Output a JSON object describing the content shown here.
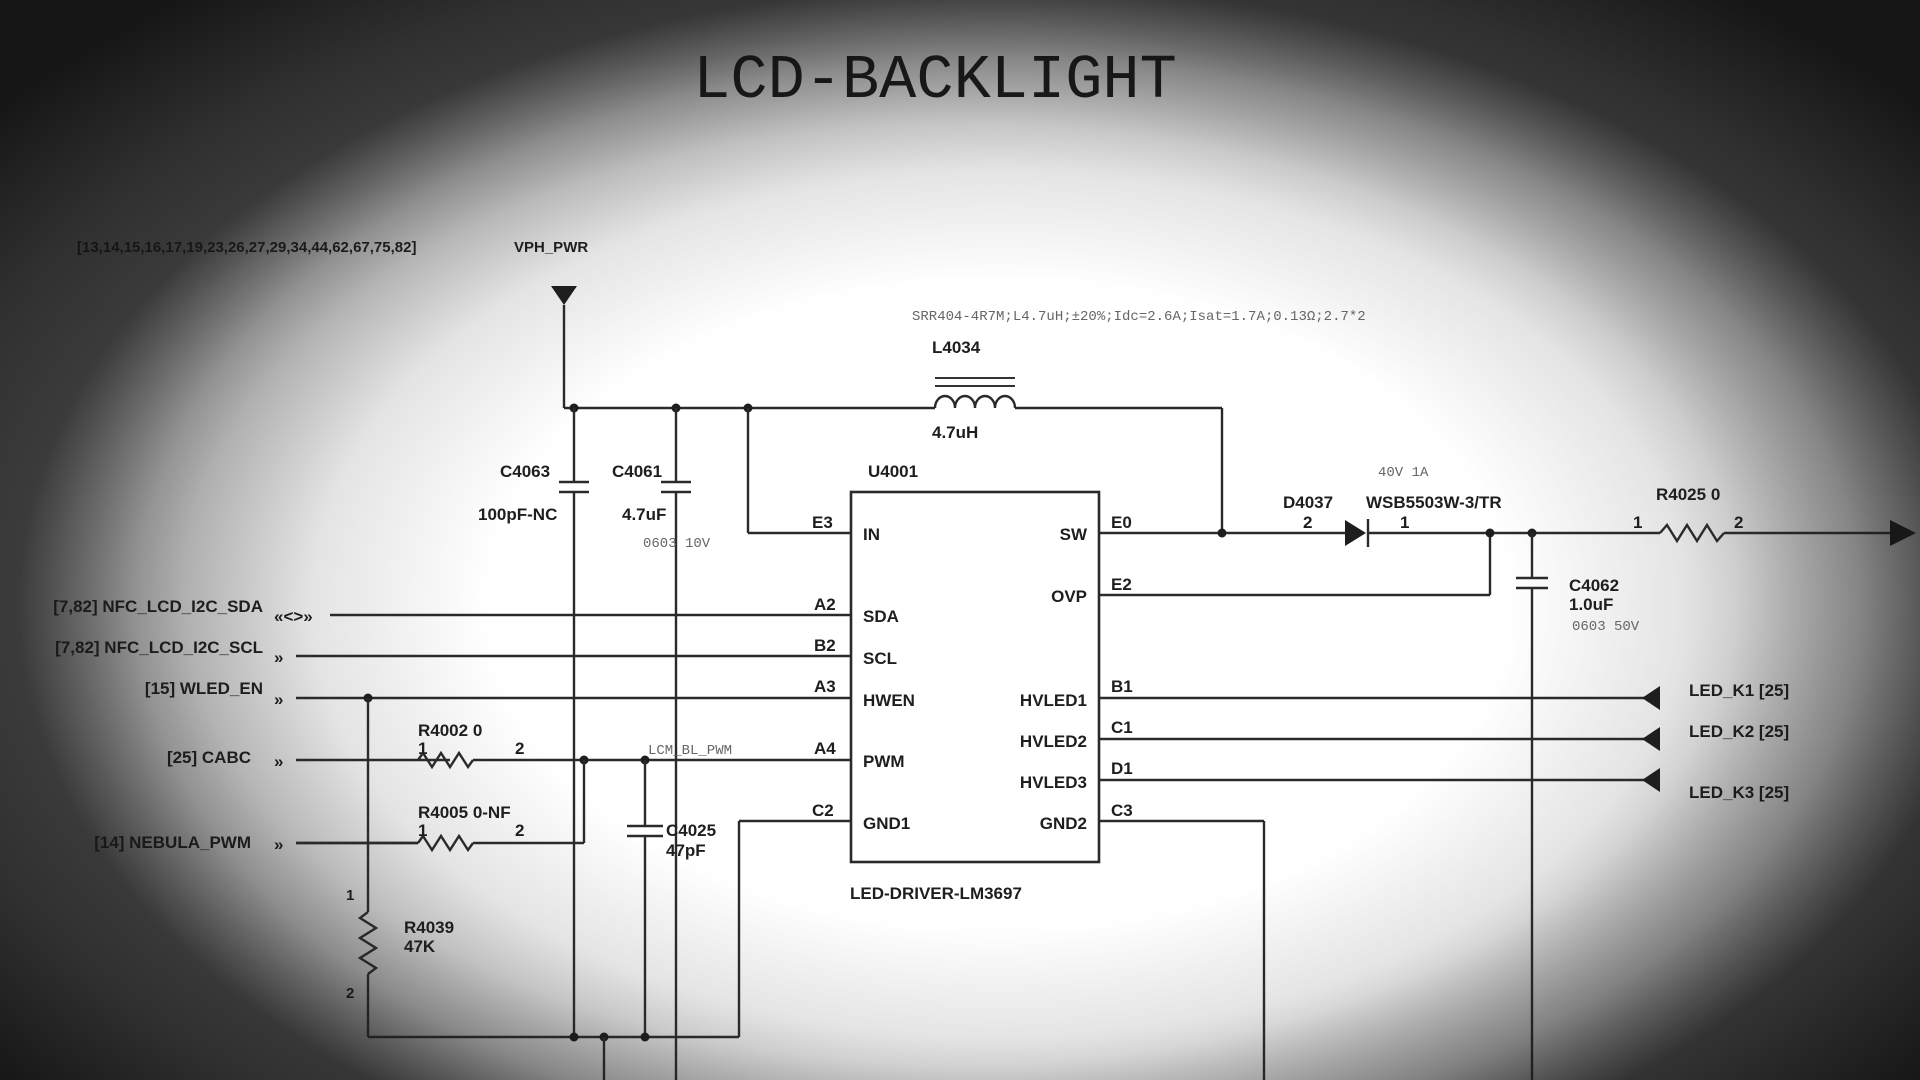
{
  "title": "LCD-BACKLIGHT",
  "power": {
    "net_refs": "[13,14,15,16,17,19,23,26,27,29,34,44,62,67,75,82]",
    "net_name": "VPH_PWR"
  },
  "inductor": {
    "note": "SRR404-4R7M;L4.7uH;±20%;Idc=2.6A;Isat=1.7A;0.13Ω;2.7*2",
    "ref": "L4034",
    "value": "4.7uH"
  },
  "caps": {
    "c4063_ref": "C4063",
    "c4063_value": "100pF-NC",
    "c4061_ref": "C4061",
    "c4061_value": "4.7uF",
    "c4061_note": "0603 10V",
    "c4062_ref": "C4062",
    "c4062_value": "1.0uF",
    "c4062_note": "0603 50V",
    "c4025_ref": "C4025",
    "c4025_value": "47pF"
  },
  "ic": {
    "ref": "U4001",
    "part": "LED-DRIVER-LM3697",
    "left_pins": [
      {
        "ball": "E3",
        "name": "IN"
      },
      {
        "ball": "A2",
        "name": "SDA"
      },
      {
        "ball": "B2",
        "name": "SCL"
      },
      {
        "ball": "A3",
        "name": "HWEN"
      },
      {
        "ball": "A4",
        "name": "PWM"
      },
      {
        "ball": "C2",
        "name": "GND1"
      }
    ],
    "right_pins": [
      {
        "ball": "E0",
        "name": "SW"
      },
      {
        "ball": "E2",
        "name": "OVP"
      },
      {
        "ball": "B1",
        "name": "HVLED1"
      },
      {
        "ball": "C1",
        "name": "HVLED2"
      },
      {
        "ball": "D1",
        "name": "HVLED3"
      },
      {
        "ball": "C3",
        "name": "GND2"
      }
    ]
  },
  "diode": {
    "ref": "D4037",
    "spec": "40V 1A",
    "part": "WSB5503W-3/TR",
    "pin_a": "2",
    "pin_k": "1"
  },
  "resistors": {
    "r4025": "R4025 0",
    "r4002": "R4002 0",
    "r4005": "R4005 0-NF",
    "r4039_ref": "R4039",
    "r4039_value": "47K",
    "pin1": "1",
    "pin2": "2"
  },
  "pwm_net_note": "LCM_BL_PWM",
  "inputs": [
    {
      "label": "[7,82] NFC_LCD_I2C_SDA",
      "symbol": "«<>»"
    },
    {
      "label": "[7,82] NFC_LCD_I2C_SCL",
      "symbol": "»"
    },
    {
      "label": "[15] WLED_EN",
      "symbol": "»"
    },
    {
      "label": "[25] CABC",
      "symbol": "»"
    },
    {
      "label": "[14] NEBULA_PWM",
      "symbol": "»"
    }
  ],
  "outputs": [
    {
      "label": "LED_K1 [25]"
    },
    {
      "label": "LED_K2 [25]"
    },
    {
      "label": "LED_K3 [25]"
    }
  ]
}
